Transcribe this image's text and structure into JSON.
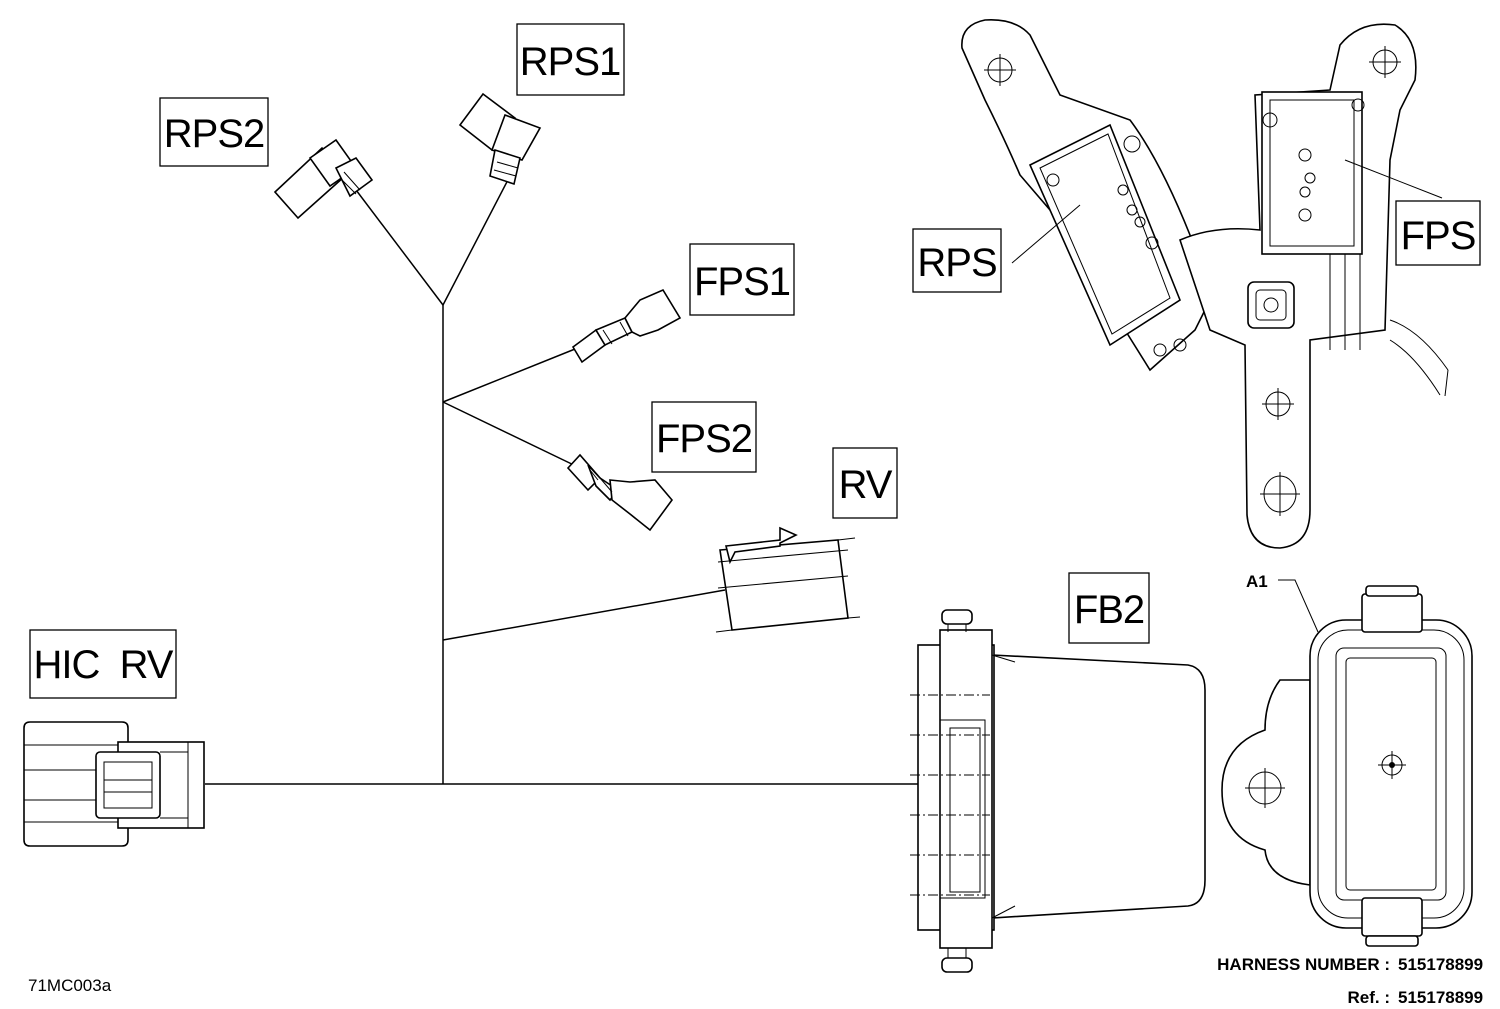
{
  "labels": {
    "rps2": "RPS2",
    "rps1": "RPS1",
    "fps1": "FPS1",
    "fps2": "FPS2",
    "rv": "RV",
    "hic_rv": "HIC  RV",
    "fb2": "FB2",
    "rps": "RPS",
    "fps": "FPS",
    "a1": "A1"
  },
  "footer": {
    "figure_id": "71MC003a",
    "harness_label": "HARNESS NUMBER :",
    "harness_number": "515178899",
    "ref_label": "Ref. :",
    "ref_number": "515178899"
  }
}
